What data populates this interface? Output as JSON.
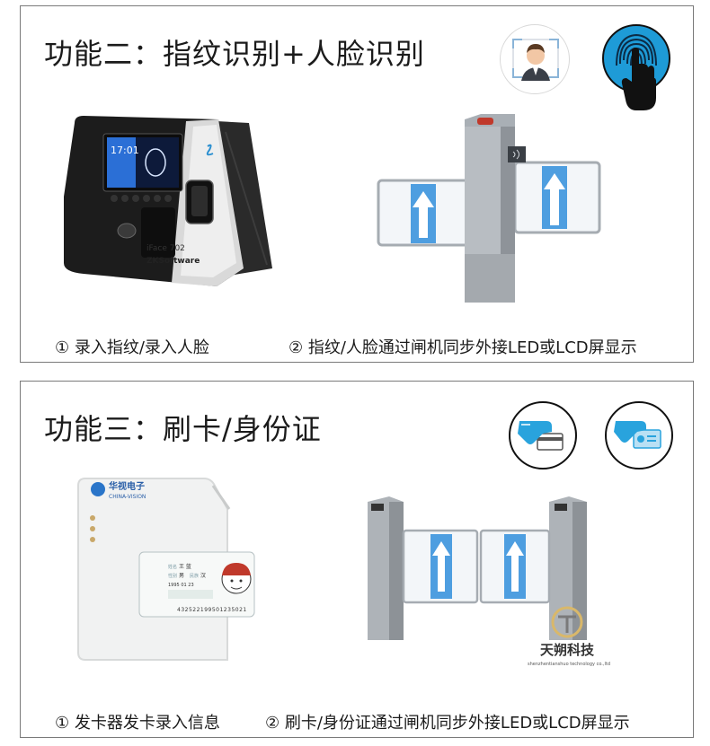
{
  "panel1": {
    "title": "功能二：指纹识别+人脸识别",
    "caption_left": "① 录入指纹/录入人脸",
    "caption_right": "② 指纹/人脸通过闸机同步外接LED或LCD屏显示",
    "device_model": "iFace 702",
    "device_brand": "ZKSoftware",
    "device_time": "17:01"
  },
  "panel2": {
    "title": "功能三：刷卡/身份证",
    "caption_left": "① 发卡器发卡录入信息",
    "caption_right": "② 刷卡/身份证通过闸机同步外接LED或LCD屏显示",
    "reader_brand_cn": "华视电子",
    "reader_brand_en": "CHINA-VISION",
    "id_name_label": "姓名",
    "id_name": "王 蓝",
    "id_sex_label": "性别",
    "id_sex": "男",
    "id_nation_label": "民族",
    "id_nation": "汉",
    "id_birth": "1995  01  23",
    "id_number": "432522199501235021",
    "watermark_cn": "天朔科技",
    "watermark_en": "shenzhentianshuo technology co.,ltd"
  },
  "colors": {
    "border": "#7a7a7a",
    "accent_blue": "#1e9bd7",
    "arrow_blue": "#3a8fd8",
    "text": "#1b1b1b"
  }
}
